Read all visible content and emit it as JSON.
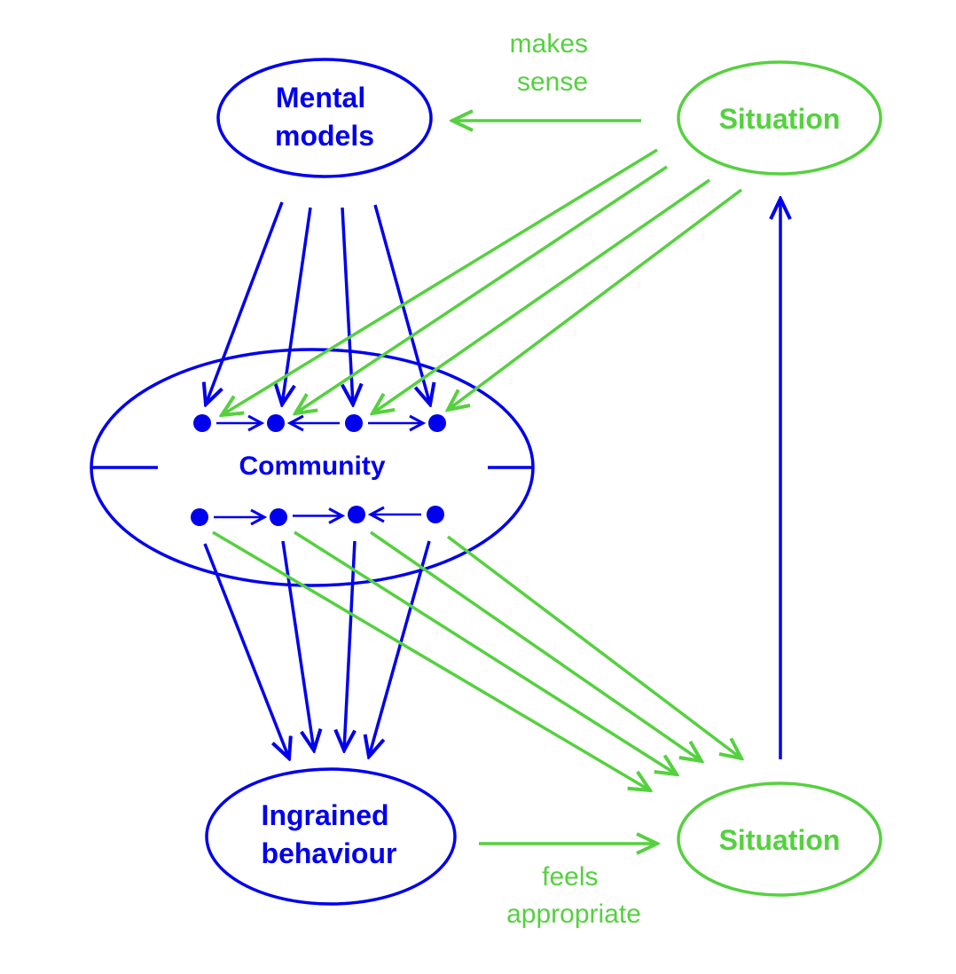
{
  "colors": {
    "blue": "#0000ee",
    "green": "#55d13f"
  },
  "nodes": {
    "mental_models": [
      "Mental",
      "models"
    ],
    "situation_top": "Situation",
    "community": "Community",
    "ingrained_behaviour": [
      "Ingrained",
      "behaviour"
    ],
    "situation_bottom": "Situation"
  },
  "edge_labels": {
    "makes_sense": [
      "makes",
      "sense"
    ],
    "feels_appropriate": [
      "feels",
      "appropriate"
    ]
  },
  "community_rows": {
    "top": [
      "right",
      "left",
      "right"
    ],
    "bottom": [
      "right",
      "right",
      "left"
    ]
  }
}
